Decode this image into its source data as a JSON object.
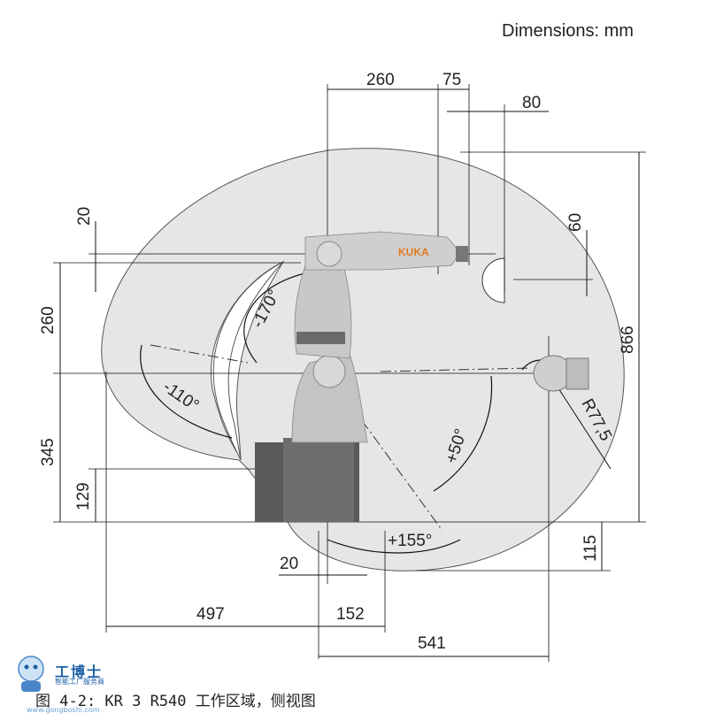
{
  "header": {
    "units_label": "Dimensions: mm"
  },
  "caption": "图  4-2: KR 3 R540 工作区域，侧视图",
  "robot_brand": "KUKA",
  "watermark": {
    "name": "工博士",
    "subtitle": "智能工厂服务商",
    "url": "www.gongboshi.com"
  },
  "dimensions": {
    "top_260": "260",
    "top_75": "75",
    "top_80": "80",
    "left_20": "20",
    "left_260": "260",
    "left_345": "345",
    "left_129": "129",
    "right_60": "60",
    "right_866": "866",
    "right_115": "115",
    "bottom_20": "20",
    "bottom_497": "497",
    "bottom_152": "152",
    "bottom_541": "541",
    "radius": "R77,5"
  },
  "angles": {
    "a1": "-170°",
    "a2": "-110°",
    "a3": "+50°",
    "a4": "+155°"
  },
  "colors": {
    "envelope_fill": "#e3e3e3",
    "robot_light": "#c9c9c9",
    "robot_dark": "#555555",
    "brand_orange": "#e07a1c"
  }
}
